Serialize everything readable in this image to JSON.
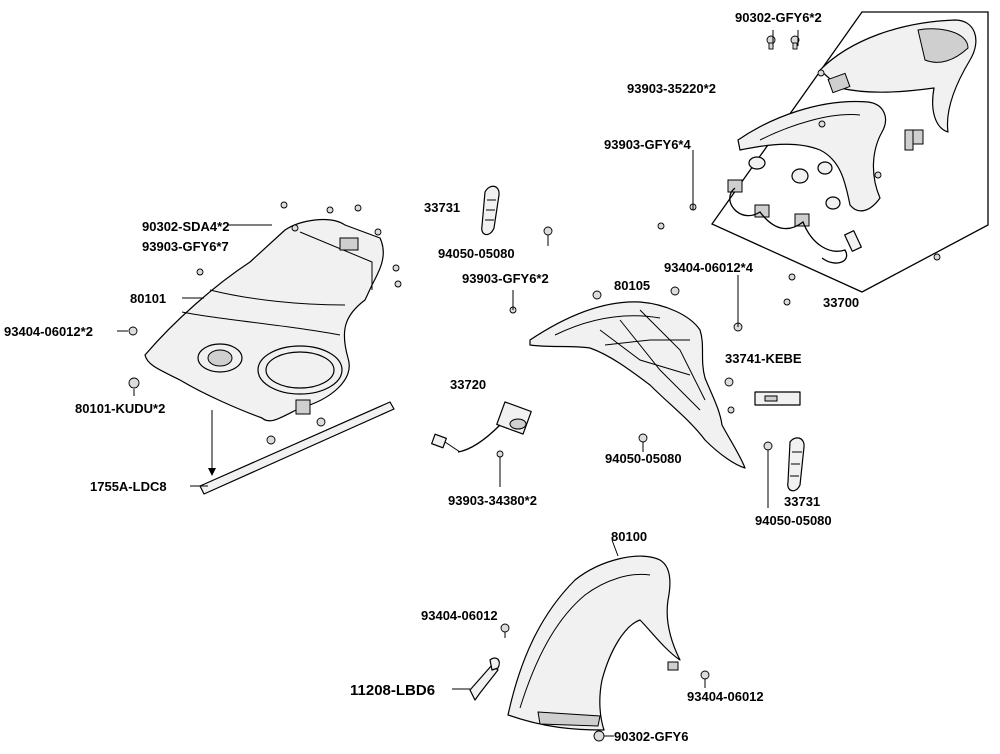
{
  "labels": {
    "p1": "90302-GFY6*2",
    "p2": "93903-35220*2",
    "p3": "93903-GFY6*4",
    "p4": "33700",
    "p5": "90302-SDA4*2",
    "p6": "93903-GFY6*7",
    "p7": "80101",
    "p8": "93404-06012*2",
    "p9": "80101-KUDU*2",
    "p10": "1755A-LDC8",
    "p11": "33731",
    "p12": "94050-05080",
    "p13": "93903-GFY6*2",
    "p14": "80105",
    "p15": "93404-06012*4",
    "p16": "33720",
    "p17": "33741-KEBE",
    "p18": "94050-05080",
    "p19": "93903-34380*2",
    "p20": "33731",
    "p21": "94050-05080",
    "p22": "80100",
    "p23": "93404-06012",
    "p24": "11208-LBD6",
    "p25": "93404-06012",
    "p26": "90302-GFY6"
  }
}
